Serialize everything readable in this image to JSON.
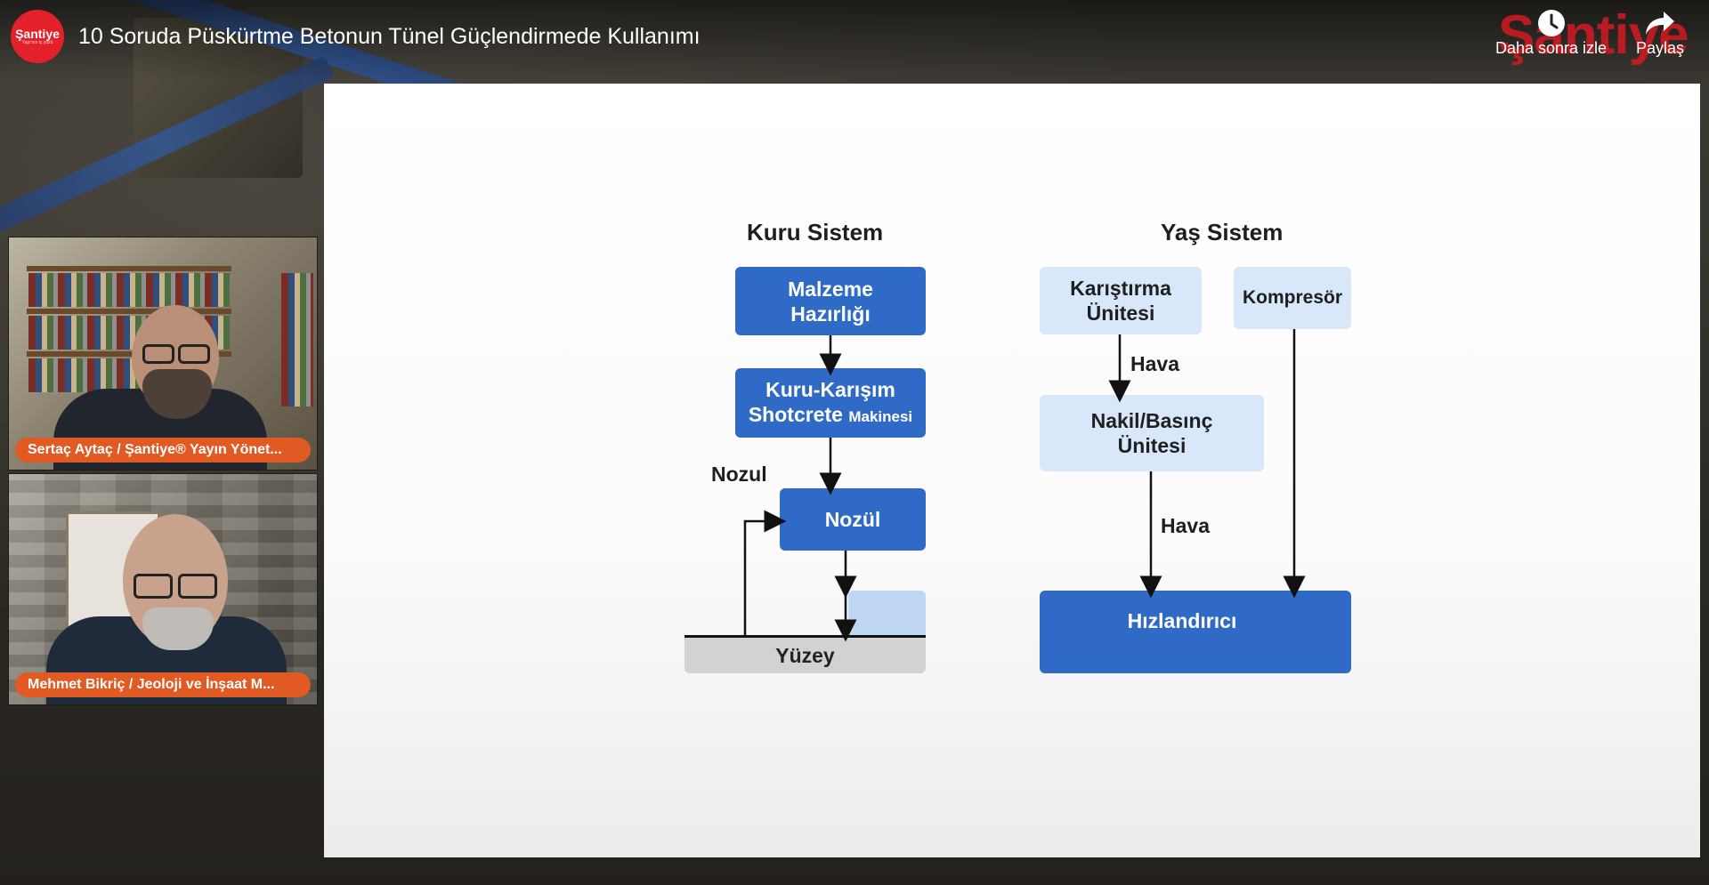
{
  "video": {
    "channel_logo_text": "Şantiye",
    "channel_logo_subtext": "Yapı'nın iç yüzü",
    "title": "10 Soruda Püskürtme Betonun Tünel Güçlendirmede Kullanımı",
    "watermark": "Şantiye",
    "actions": [
      {
        "label": "Daha sonra izle",
        "icon": "clock-icon"
      },
      {
        "label": "Paylaş",
        "icon": "share-arrow-icon"
      }
    ]
  },
  "participants": [
    {
      "name": "Sertaç Aytaç / Şantiye® Yayın Yönet..."
    },
    {
      "name": "Mehmet Bikriç / Jeoloji ve İnşaat M..."
    }
  ],
  "slide": {
    "dry": {
      "title": "Kuru Sistem",
      "step1": "Malzeme Hazırlığı",
      "step2_line1": "Kuru-Karışım",
      "step2_line2a": "Shotcrete",
      "step2_line2b": "Makinesi",
      "side_label": "Nozul",
      "step3": "Nozül",
      "surface": "Yüzey"
    },
    "wet": {
      "title": "Yaş Sistem",
      "mixer": "Karıştırma Ünitesi",
      "compressor": "Kompresör",
      "air_label_1": "Hava",
      "transport": "Nakil/Basınç Ünitesi",
      "air_label_2": "Hava",
      "accelerator": "Hızlandırıcı"
    },
    "colors": {
      "box_dark": "#2f6bc6",
      "box_light": "#d8e8fa",
      "surface": "#d2d2d2"
    }
  }
}
